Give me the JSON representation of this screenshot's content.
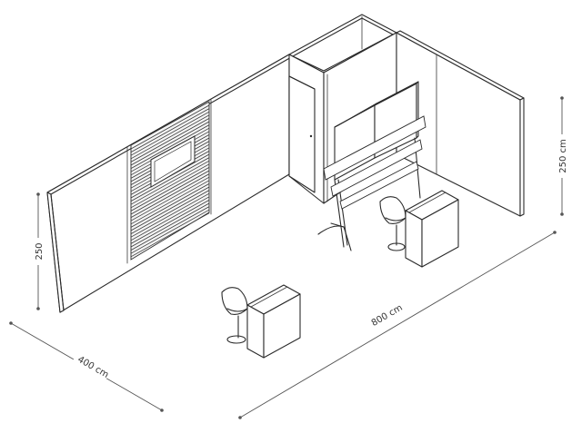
{
  "dimensions": {
    "left_height": "250",
    "right_height": "250 cm",
    "depth": "400 cm",
    "length": "800 cm"
  },
  "colors": {
    "line": "#2a2a2a",
    "dimension_line": "#555555",
    "background": "#ffffff"
  }
}
